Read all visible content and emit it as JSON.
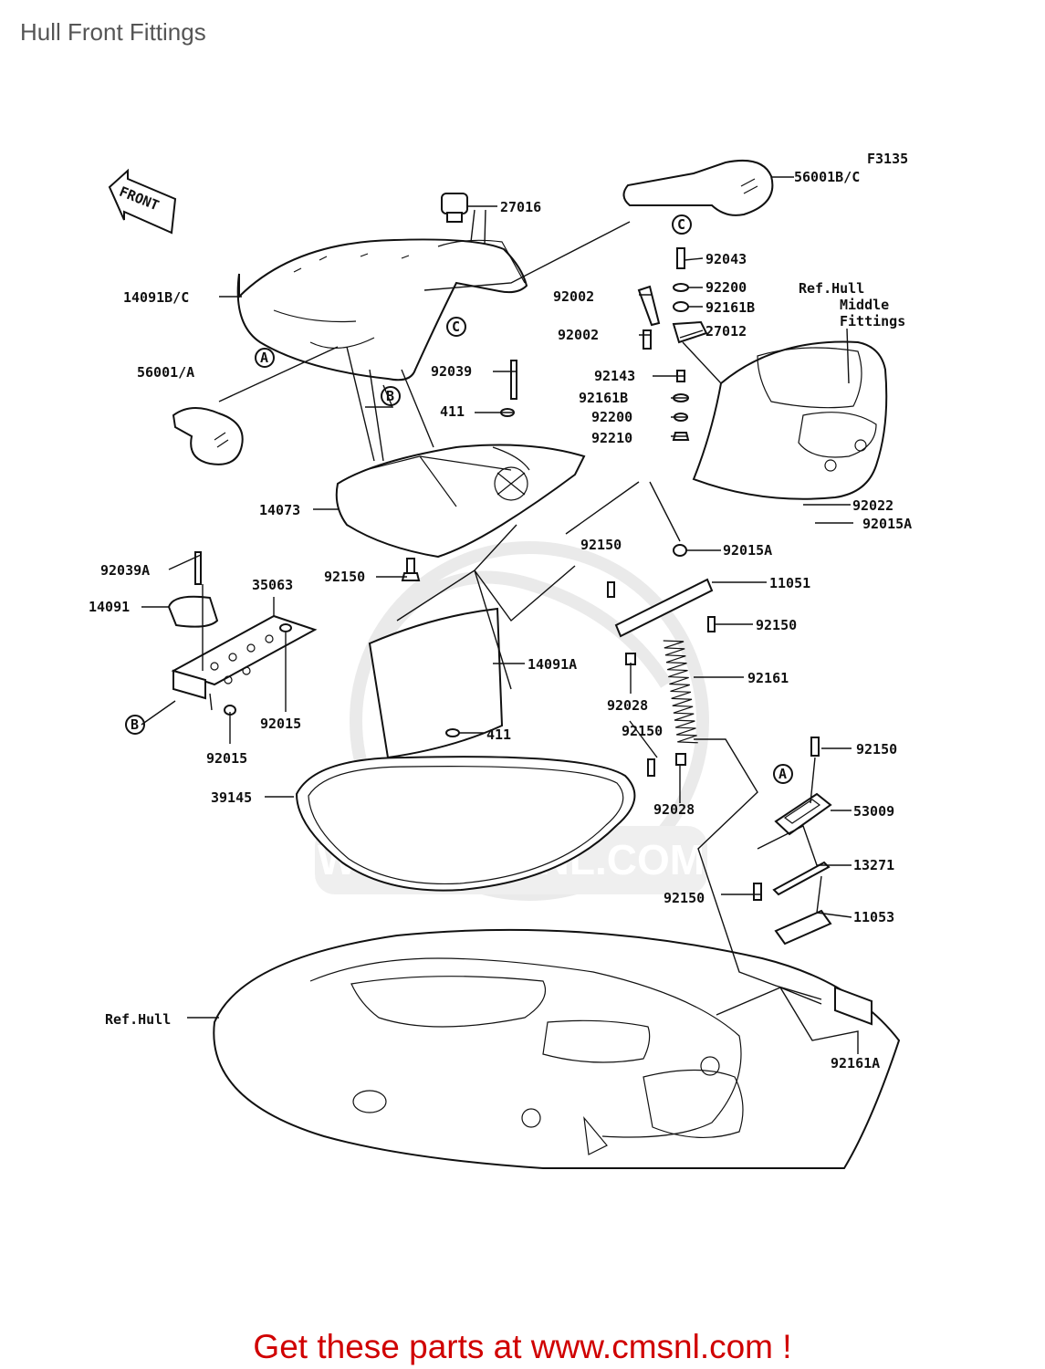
{
  "header": {
    "title": "Hull Front Fittings"
  },
  "diagram": {
    "figure_code": "F3135",
    "front_arrow_text": "FRONT",
    "callouts": {
      "a": "A",
      "b": "B",
      "c": "C"
    },
    "labels": {
      "p56001bc": "56001B/C",
      "p27016": "27016",
      "p92043": "92043",
      "p92200a": "92200",
      "p92161b_a": "92161B",
      "p27012": "27012",
      "p92002a": "92002",
      "p92002b": "92002",
      "p14091bc": "14091B/C",
      "ref_hull_middle_1": "Ref.Hull",
      "ref_hull_middle_2": "Middle",
      "ref_hull_middle_3": "Fittings",
      "p56001a": "56001/A",
      "p92039": "92039",
      "p411a": "411",
      "p92143": "92143",
      "p92161b_b": "92161B",
      "p92200b": "92200",
      "p92210": "92210",
      "p14073": "14073",
      "p92022": "92022",
      "p92015a_a": "92015A",
      "p92150a": "92150",
      "p92015a_b": "92015A",
      "p92039a": "92039A",
      "p35063": "35063",
      "p92150b": "92150",
      "p11051": "11051",
      "p14091": "14091",
      "p92150c": "92150",
      "p14091a": "14091A",
      "p92161": "92161",
      "p92015a": "92015",
      "p92028a": "92028",
      "p92015b": "92015",
      "p411b": "411",
      "p92150d": "92150",
      "p92150e": "92150",
      "p39145": "39145",
      "p92028b": "92028",
      "p53009": "53009",
      "p13271": "13271",
      "p92150f": "92150",
      "p11053": "11053",
      "ref_hull": "Ref.Hull",
      "p92161a": "92161A"
    },
    "watermark": "WWW.CMSNL.COM"
  },
  "footer": {
    "cta": "Get these parts at www.cmsnl.com !"
  },
  "colors": {
    "cta": "#d00000",
    "title": "#555555",
    "line": "#111111"
  }
}
